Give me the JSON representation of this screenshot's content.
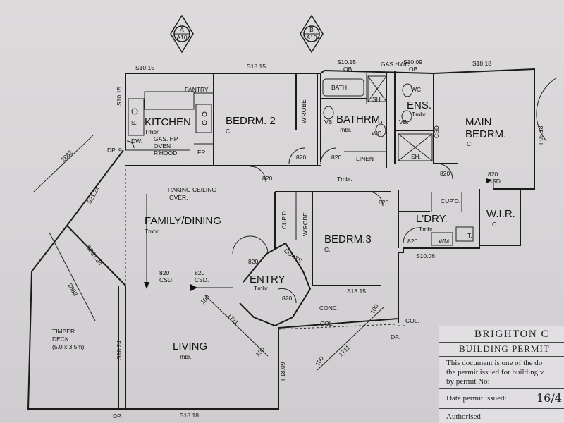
{
  "section_markers": [
    {
      "letter": "A",
      "sheet": "A10"
    },
    {
      "letter": "B",
      "sheet": "A10"
    }
  ],
  "rooms": {
    "kitchen": {
      "name": "KITCHEN",
      "floor": "Tmbr."
    },
    "bedroom2": {
      "name": "BEDRM. 2",
      "floor": "C."
    },
    "bathroom": {
      "name": "BATHRM.",
      "floor": "Tmbr."
    },
    "ensuite": {
      "name": "ENS.",
      "floor": "Tmbr."
    },
    "main_bedroom": {
      "name": "MAIN BEDRM.",
      "floor": "C."
    },
    "family_dining": {
      "name": "FAMILY/DINING",
      "floor": "Tmbr."
    },
    "bedroom3": {
      "name": "BEDRM.3",
      "floor": "C."
    },
    "laundry": {
      "name": "L'DRY.",
      "floor": "Tmbr."
    },
    "wir": {
      "name": "W.I.R.",
      "floor": "C."
    },
    "entry": {
      "name": "ENTRY",
      "floor": "Tmbr."
    },
    "living": {
      "name": "LIVING",
      "floor": "Tmbr."
    },
    "hall": {
      "floor": "Tmbr."
    }
  },
  "fixtures": {
    "pantry": "PANTRY",
    "wrobe": "W'ROBE",
    "bath": "BATH",
    "sh": "SH",
    "sh2": "SH.",
    "gas_hwc": "GAS HWC.",
    "wc": "WC.",
    "wc2": "WC.",
    "vb": "VB.",
    "vb2": "VB.",
    "s": "S.",
    "dw": "DW.",
    "fr": "FR.",
    "kitchen_appliances": [
      "GAS. HP.",
      "OVEN",
      "R'HOOD."
    ],
    "linen": "LINEN",
    "cupd": "CUP'D.",
    "wrobe2": "W'ROBE",
    "coats": "COATS",
    "cupd2": "CUP'D.",
    "wm": "WM.",
    "t": "T.",
    "csd": "CSD",
    "conc": "CONC."
  },
  "notes": {
    "raking_ceiling": [
      "RAKING CEILING",
      "OVER."
    ],
    "timber_deck": [
      "TIMBER",
      "DECK",
      "(5.0 x 3.5m)"
    ]
  },
  "dimensions": {
    "s10_15a": "S10.15",
    "s18_15a": "S18.15",
    "s10_15b": "S10.15",
    "ob1": "OB.",
    "s10_09": "S10.09",
    "ob2": "OB.",
    "s18_18a": "S18.18",
    "s10_15c": "S10.15",
    "f05_18": "F05.18",
    "d820_1": "820",
    "d820_2": "820",
    "d820_3": "820",
    "d820_4": "820",
    "d820_5": "820",
    "d820_6": "820",
    "d820_7": "820",
    "d820_8": "820",
    "d820_csd": "820",
    "csd_main": "CSD",
    "d820_csd2": "820",
    "csd2": "CSD.",
    "d820_csd3": "820",
    "csd3": "CSD.",
    "s10_06": "S10.06",
    "s18_15b": "S18.15",
    "s18_18b": "S18.18",
    "f18_09": "F18.09",
    "s18_24": "S18.24",
    "dp1": "DP.",
    "dp2": "DP.",
    "dp3": "DP.",
    "col1": "COL.",
    "col2": "COL.",
    "d2882a": "2882",
    "d2882b": "2882",
    "s21_24": "S21.24",
    "sd21_24": "SD21.24",
    "d1711a": "1711",
    "d1711b": "1711",
    "d100a": "100",
    "d100b": "100",
    "d100c": "100",
    "d100d": "100",
    "d9": "9"
  },
  "permit": {
    "council": "BRIGHTON C",
    "title": "BUILDING PERMIT",
    "line1": "This document is one of the do",
    "line2": "the permit issued for building v",
    "line3": "by permit No:",
    "date_label": "Date permit issued:",
    "date_value": "16/4",
    "authorised": "Authorised"
  }
}
